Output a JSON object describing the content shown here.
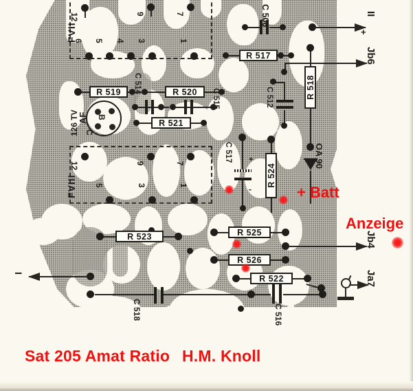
{
  "document": {
    "kind": "pcb-layout-schematic-scan",
    "caption_left": "Sat 205 Amat Ratio",
    "caption_right": "H.M. Knoll",
    "caption_color": "#ee1111"
  },
  "annotations_red": {
    "batt_label": "+ Batt",
    "anzeige_label": "Anzeige",
    "dot_count": 5
  },
  "connectors": [
    {
      "name": "FVII",
      "label": "FVII",
      "top_pins": [
        "12",
        "9",
        "7"
      ],
      "bottom_pins": [
        "6",
        "5",
        "4",
        "3",
        "1"
      ]
    },
    {
      "name": "FVIII",
      "label": "FVIII",
      "top_pins": [
        "12",
        "9",
        "7"
      ],
      "bottom_pins": [
        "5",
        "3",
        "1"
      ]
    }
  ],
  "transistor": {
    "type_label": "126 TV",
    "function_label": "AF",
    "pin_b": "B",
    "pin_c": "C"
  },
  "diode": {
    "label": "OA 90"
  },
  "resistors": [
    {
      "id": "R517",
      "label": "R 517",
      "orientation": "horizontal"
    },
    {
      "id": "R518",
      "label": "R 518",
      "orientation": "vertical"
    },
    {
      "id": "R519",
      "label": "R 519",
      "orientation": "horizontal"
    },
    {
      "id": "R520",
      "label": "R 520",
      "orientation": "horizontal"
    },
    {
      "id": "R521",
      "label": "R 521",
      "orientation": "horizontal"
    },
    {
      "id": "R522",
      "label": "R 522",
      "orientation": "horizontal"
    },
    {
      "id": "R523",
      "label": "R 523",
      "orientation": "horizontal"
    },
    {
      "id": "R524",
      "label": "R 524",
      "orientation": "vertical"
    },
    {
      "id": "R525",
      "label": "R 525",
      "orientation": "horizontal"
    },
    {
      "id": "R526",
      "label": "R 526",
      "orientation": "horizontal"
    }
  ],
  "capacitors": [
    {
      "id": "C506",
      "label": "C 506",
      "orientation": "horizontal"
    },
    {
      "id": "C512",
      "label": "C 512",
      "orientation": "vertical"
    },
    {
      "id": "C514",
      "label": "C 514",
      "orientation": "horizontal"
    },
    {
      "id": "C515",
      "label": "C 515",
      "orientation": "horizontal"
    },
    {
      "id": "C516",
      "label": "C 516",
      "orientation": "horizontal"
    },
    {
      "id": "C517",
      "label": "C 517",
      "orientation": "vertical",
      "polarized": true,
      "plus": "+",
      "minus": "-"
    },
    {
      "id": "C518",
      "label": "C 518",
      "orientation": "horizontal"
    }
  ],
  "terminals": [
    {
      "id": "II",
      "label": "II",
      "side": "right",
      "marker": "+"
    },
    {
      "id": "Jb6",
      "label": "Jb6",
      "side": "right"
    },
    {
      "id": "Jb4",
      "label": "Jb4",
      "side": "right"
    },
    {
      "id": "Ja7",
      "label": "Ja7",
      "side": "right"
    },
    {
      "id": "I",
      "label": "I",
      "side": "left"
    }
  ]
}
